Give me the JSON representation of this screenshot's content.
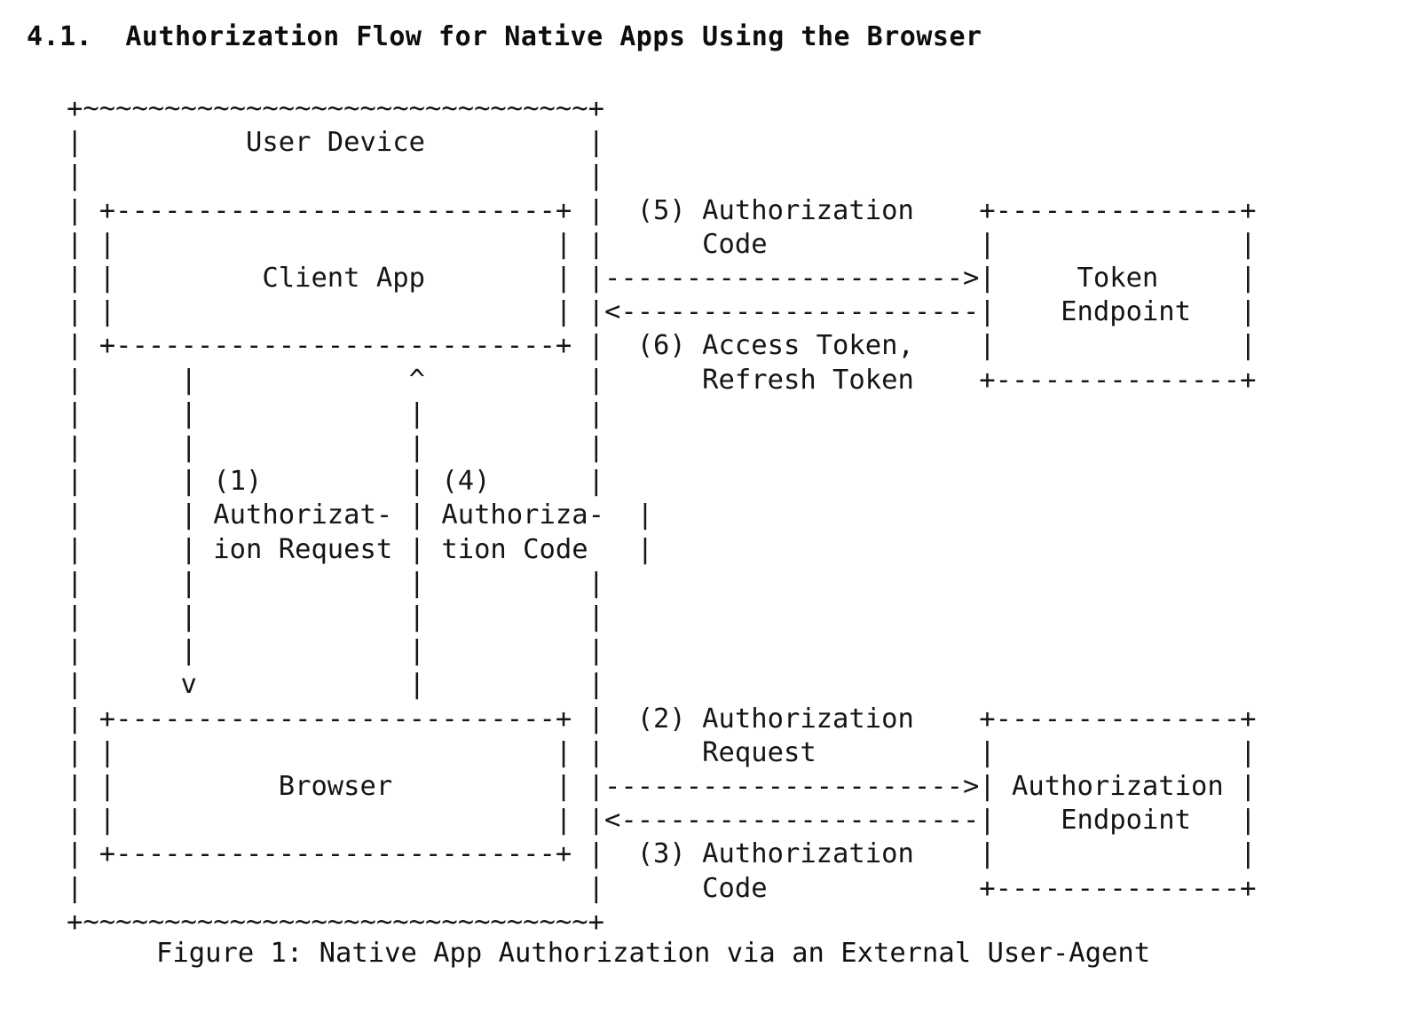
{
  "document": {
    "section_number": "4.1.",
    "section_title": "Authorization Flow for Native Apps Using the Browser",
    "heading_line": "4.1.  Authorization Flow for Native Apps Using the Browser",
    "figure_caption": "Figure 1: Native App Authorization via an External User-Agent"
  },
  "figure": {
    "id": "Figure 1",
    "title": "Native App Authorization via an External User-Agent",
    "type": "ascii-art-flow-diagram",
    "ascii_art": "+~~~~~~~~~~~~~~~~~~~~~~~~~~~~~~~+\n|          User Device          |\n|                               |\n| +---------------------------+ |  (5) Authorization    +---------------+\n| |                           | |      Code             |               |\n| |         Client App        | |---------------------->|     Token     |\n| |                           | |<----------------------|    Endpoint   |\n| +---------------------------+ |  (6) Access Token,    |               |\n|      |             ^          |      Refresh Token    +---------------+\n|      |             |          |\n|      |             |          |\n|      | (1)         | (4)      |\n|      | Authorizat- | Authoriza-  |\n|      | ion Request | tion Code   |\n|      |             |          |\n|      |             |          |\n|      |             |          |\n|      v             |          |\n| +---------------------------+ |  (2) Authorization    +---------------+\n| |                           | |      Request          |               |\n| |          Browser          | |---------------------->| Authorization |\n| |                           | |<----------------------|    Endpoint   |\n| +---------------------------+ |  (3) Authorization    |               |\n|                               |      Code             +---------------+\n+~~~~~~~~~~~~~~~~~~~~~~~~~~~~~~~+",
    "rows": [
      "+~~~~~~~~~~~~~~~~~~~~~~~~~~~~~~~+",
      "|          User Device          |",
      "|                               |",
      "| +---------------------------+ |  (5) Authorization    +---------------+",
      "| |                           | |      Code             |               |",
      "| |         Client App        | |---------------------->|     Token     |",
      "| |                           | |<----------------------|    Endpoint   |",
      "| +---------------------------+ |  (6) Access Token,    |               |",
      "|      |             ^          |      Refresh Token    +---------------+",
      "|      |             |          |",
      "|      |             |          |",
      "|      | (1)         | (4)      |",
      "|      | Authorizat- | Authoriza-",
      "|      | ion Request | tion Code",
      "|      |             |          |",
      "|      |             |          |",
      "|      |             |          |",
      "|      v             |          |",
      "| +---------------------------+ |  (2) Authorization    +---------------+",
      "| |                           | |      Request          |               |",
      "| |          Browser          | |---------------------->| Authorization |",
      "| |                           | |<----------------------|    Endpoint   |",
      "| +---------------------------+ |  (3) Authorization    |               |",
      "|                               |      Code             +---------------+",
      "+~~~~~~~~~~~~~~~~~~~~~~~~~~~~~~~+"
    ],
    "nodes": [
      {
        "id": "user-device",
        "label": "User Device",
        "kind": "outer-container",
        "border_char": "~"
      },
      {
        "id": "client-app",
        "label": "Client App",
        "kind": "inner-box",
        "border_char": "-"
      },
      {
        "id": "browser",
        "label": "Browser",
        "kind": "inner-box",
        "border_char": "-"
      },
      {
        "id": "token-endpoint",
        "label": "Token\nEndpoint",
        "label_line1": "Token",
        "label_line2": "Endpoint",
        "kind": "external-box",
        "border_char": "-"
      },
      {
        "id": "authorization-endpoint",
        "label": "Authorization\nEndpoint",
        "label_line1": "Authorization",
        "label_line2": "Endpoint",
        "kind": "external-box",
        "border_char": "-"
      }
    ],
    "steps": [
      {
        "number": "(1)",
        "label_line1": "Authorizat-",
        "label_line2": "ion Request",
        "from": "client-app",
        "to": "browser",
        "direction": "down"
      },
      {
        "number": "(2)",
        "label_line1": "Authorization",
        "label_line2": "Request",
        "from": "browser",
        "to": "authorization-endpoint",
        "direction": "right"
      },
      {
        "number": "(3)",
        "label_line1": "Authorization",
        "label_line2": "Code",
        "from": "authorization-endpoint",
        "to": "browser",
        "direction": "left"
      },
      {
        "number": "(4)",
        "label_line1": "Authoriza-",
        "label_line2": "tion Code",
        "from": "browser",
        "to": "client-app",
        "direction": "up"
      },
      {
        "number": "(5)",
        "label_line1": "Authorization",
        "label_line2": "Code",
        "from": "client-app",
        "to": "token-endpoint",
        "direction": "right"
      },
      {
        "number": "(6)",
        "label_line1": "Access Token,",
        "label_line2": "Refresh Token",
        "from": "token-endpoint",
        "to": "client-app",
        "direction": "left"
      }
    ],
    "colors": {
      "background": "#ffffff",
      "text": "#111111",
      "heading": "#0d0d0d"
    }
  }
}
